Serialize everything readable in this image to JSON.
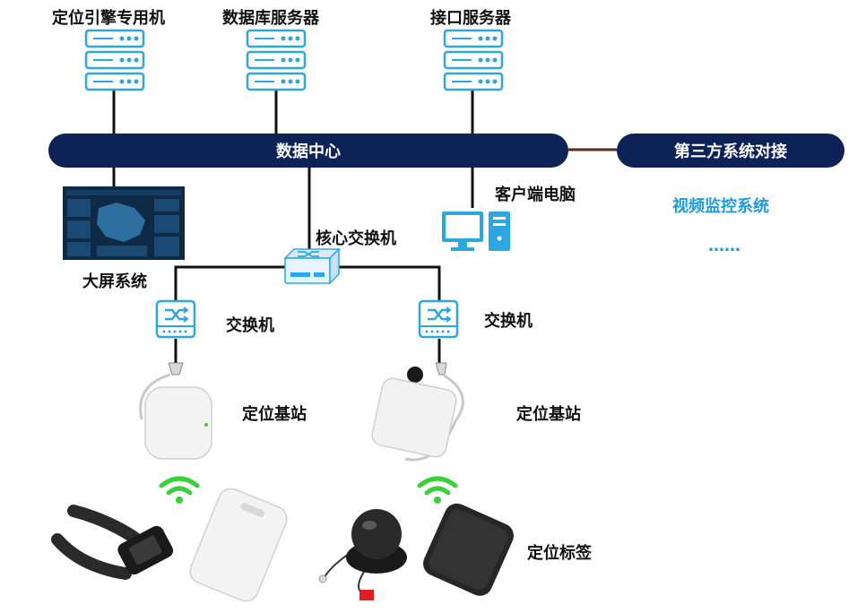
{
  "servers": [
    {
      "label": "定位引擎专用机",
      "icon": "server-icon"
    },
    {
      "label": "数据库服务器",
      "icon": "server-icon"
    },
    {
      "label": "接口服务器",
      "icon": "server-icon"
    }
  ],
  "data_center": {
    "label": "数据中心"
  },
  "third_party": {
    "label": "第三方系统对接",
    "items": [
      "视频监控系统",
      "……"
    ]
  },
  "client_pc": {
    "label": "客户端电脑",
    "icon": "desktop-computer-icon"
  },
  "big_screen": {
    "label": "大屏系统",
    "icon": "big-screen-dashboard-icon"
  },
  "core_switch": {
    "label": "核心交换机",
    "icon": "core-switch-icon"
  },
  "switches": [
    {
      "label": "交换机",
      "icon": "switch-icon"
    },
    {
      "label": "交换机",
      "icon": "switch-icon"
    }
  ],
  "base_stations": [
    {
      "label": "定位基站",
      "icon": "base-station-icon"
    },
    {
      "label": "定位基站",
      "icon": "base-station-icon"
    }
  ],
  "tags": {
    "label": "定位标签",
    "icons": [
      "wristband-tag-icon",
      "card-tag-icon",
      "round-tag-icon",
      "square-tag-icon"
    ]
  },
  "colors": {
    "navy": "#0d2357",
    "server_blue": "#2ea7e0",
    "accent_blue": "#1e9be0",
    "wifi_green": "#39d13a",
    "link_brown": "#5a2a1a"
  }
}
